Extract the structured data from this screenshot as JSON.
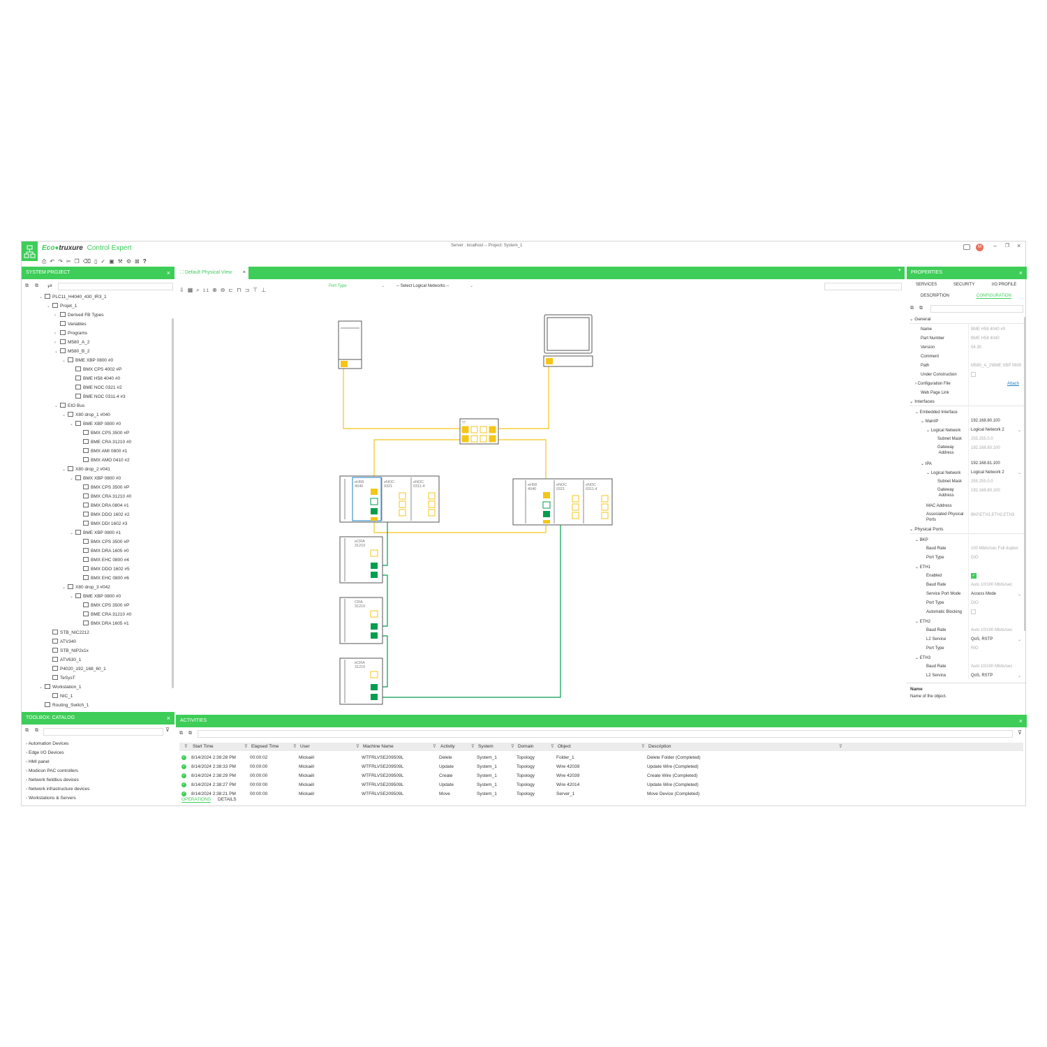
{
  "app": {
    "brand_eco": "Eco",
    "brand_truxure": "truxure",
    "product": "Control Expert",
    "server_info": "Server : localhost -- Project: System_1",
    "user_initial": "M"
  },
  "colors": {
    "accent": "#3dcd58",
    "port_yellow": "#f5c518",
    "port_green": "#009e4d",
    "link_blue": "#1a7fc3"
  },
  "system_project": {
    "title": "SYSTEM PROJECT",
    "tree": [
      {
        "label": "PLC11_H4040_430_IR3_1",
        "d": 1,
        "c": "v"
      },
      {
        "label": "Projet_1",
        "d": 2,
        "c": "v"
      },
      {
        "label": "Derived FB Types",
        "d": 3,
        "c": ">"
      },
      {
        "label": "Variables",
        "d": 3,
        "c": ""
      },
      {
        "label": "Programs",
        "d": 3,
        "c": ">"
      },
      {
        "label": "M580_A_2",
        "d": 3,
        "c": ">"
      },
      {
        "label": "M580_B_2",
        "d": 3,
        "c": "v"
      },
      {
        "label": "BME XBP 0800 #0",
        "d": 4,
        "c": "v"
      },
      {
        "label": "BMX CPS 4002 #P",
        "d": 5,
        "c": ""
      },
      {
        "label": "BME H58 4040 #0",
        "d": 5,
        "c": ""
      },
      {
        "label": "BME NOC 0321 #2",
        "d": 5,
        "c": ""
      },
      {
        "label": "BME NOC 0311.4 #3",
        "d": 5,
        "c": ""
      },
      {
        "label": "EIO Bus",
        "d": 3,
        "c": "v"
      },
      {
        "label": "X80 drop_1 #040",
        "d": 4,
        "c": "v"
      },
      {
        "label": "BME XBP 0800 #0",
        "d": 5,
        "c": "v"
      },
      {
        "label": "BMX CPS 3500 #P",
        "d": 6,
        "c": ""
      },
      {
        "label": "BME CRA 31210 #0",
        "d": 6,
        "c": ""
      },
      {
        "label": "BMX AMI 0800 #1",
        "d": 6,
        "c": ""
      },
      {
        "label": "BMX AMO 0410 #2",
        "d": 6,
        "c": ""
      },
      {
        "label": "X80 drop_2 #041",
        "d": 4,
        "c": "v"
      },
      {
        "label": "BMX XBP 0800 #0",
        "d": 5,
        "c": "v"
      },
      {
        "label": "BMX CPS 3500 #P",
        "d": 6,
        "c": ""
      },
      {
        "label": "BMX CRA 31210 #0",
        "d": 6,
        "c": ""
      },
      {
        "label": "BMX DRA 0804 #1",
        "d": 6,
        "c": ""
      },
      {
        "label": "BMX DDO 1602 #2",
        "d": 6,
        "c": ""
      },
      {
        "label": "BMX DDI 1602 #3",
        "d": 6,
        "c": ""
      },
      {
        "label": "BME XBP 0800 #1",
        "d": 5,
        "c": "v"
      },
      {
        "label": "BMX CPS 3500 #P",
        "d": 6,
        "c": ""
      },
      {
        "label": "BMX DRA 1605 #0",
        "d": 6,
        "c": ""
      },
      {
        "label": "BMX EHC 0800 #4",
        "d": 6,
        "c": ""
      },
      {
        "label": "BMX DDO 1602 #5",
        "d": 6,
        "c": ""
      },
      {
        "label": "BMX EHC 0800 #6",
        "d": 6,
        "c": ""
      },
      {
        "label": "X80 drop_3 #042",
        "d": 4,
        "c": "v"
      },
      {
        "label": "BME XBP 0800 #0",
        "d": 5,
        "c": "v"
      },
      {
        "label": "BMX CPS 3500 #P",
        "d": 6,
        "c": ""
      },
      {
        "label": "BME CRA 31210 #0",
        "d": 6,
        "c": ""
      },
      {
        "label": "BMX DRA 1605 #1",
        "d": 6,
        "c": ""
      },
      {
        "label": "STB_NIC2212",
        "d": 2,
        "c": ""
      },
      {
        "label": "ATV340",
        "d": 2,
        "c": ""
      },
      {
        "label": "STB_NIP2x1x",
        "d": 2,
        "c": ""
      },
      {
        "label": "ATV630_1",
        "d": 2,
        "c": ""
      },
      {
        "label": "P4020_192_168_60_1",
        "d": 2,
        "c": ""
      },
      {
        "label": "TeSysT",
        "d": 2,
        "c": ""
      },
      {
        "label": "Workstation_1",
        "d": 1,
        "c": "v"
      },
      {
        "label": "NIC_1",
        "d": 2,
        "c": ""
      },
      {
        "label": "Routing_Switch_1",
        "d": 1,
        "c": ""
      }
    ]
  },
  "toolbox": {
    "title": "TOOLBOX: CATALOG",
    "items": [
      "Automation Devices",
      "Edge I/O Devices",
      "HMI panel",
      "Modicon PAC controllers",
      "Network fieldbus devices",
      "Network infrastructure devices",
      "Workstations & Servers"
    ]
  },
  "editor": {
    "tab": "Default Physical View",
    "port_type": "Port Type",
    "logical_networks": "-- Select Logical Networks --",
    "zoom_1to1": "1:1",
    "devices": {
      "l1a": "eH58",
      "l1b": "4040",
      "l2a": "eNOC",
      "l2b": "0321",
      "l3a": "eNOC",
      "l3b": "0311.4",
      "cra1a": "eCRA",
      "cra1b": "31210",
      "cra2a": "CRA",
      "cra2b": "31210",
      "cra3a": "eCRA",
      "cra3b": "31210"
    }
  },
  "properties": {
    "title": "PROPERTIES",
    "tabs": [
      "SERVICES",
      "SECURITY",
      "I/O PROFILE",
      "DESCRIPTION",
      "CONFIGURATION"
    ],
    "general": "General",
    "name_label": "Name",
    "name_value": "BME H58 4040 #0",
    "part_label": "Part Number",
    "part_value": "BME H58 4040",
    "version_label": "Version",
    "version_value": "04.30",
    "comment_label": "Comment",
    "path_label": "Path",
    "path_value": "M580_A_2\\BME XBP 0800",
    "uc_label": "Under Construction",
    "cfg_label": "Configuration File",
    "cfg_link": "Attach",
    "web_label": "Web Page Link",
    "interfaces": "Interfaces",
    "embedded": "Embedded Interface",
    "mainip_label": "MainIP",
    "mainip_value": "192.168.80.100",
    "ln_label": "Logical Network",
    "ln_value": "Logical Network 2",
    "sm_label": "Subnet Mask",
    "sm_value": "255.255.0.0",
    "gw_label1": "Gateway",
    "gw_label2": "Address",
    "gw_value": "192.168.80.100",
    "ipa_label": "IPA",
    "ipa_value": "192.168.81.100",
    "ln2_label": "Logical Network",
    "ln2_value": "Logical Network 2",
    "sm2_label": "Subnet Mask",
    "sm2_value": "255.255.0.0",
    "gw2_label1": "Gateway",
    "gw2_label2": "Address",
    "gw2_value": "192.168.80.100",
    "mac_label": "MAC Address",
    "app_label1": "Associated Physical",
    "app_label2": "Ports",
    "app_value": "BKP,ETH1,ETH2,ETH3",
    "phys": "Physical Ports",
    "bkp": "BKP",
    "bkp_baud_label": "Baud Rate",
    "bkp_baud_value": "100 Mbits/sec Full duplex",
    "bkp_pt_label": "Port Type",
    "bkp_pt_value": "DIO",
    "eth1": "ETH1",
    "en_label": "Enabled",
    "eth1_baud_label": "Baud Rate",
    "eth1_baud_value": "Auto 10/100 Mbits/sec",
    "spm_label": "Service Port Mode",
    "spm_value": "Access Mode",
    "eth1_pt_label": "Port Type",
    "eth1_pt_value": "DIO",
    "ab_label": "Automatic Blocking",
    "eth2": "ETH2",
    "eth2_baud_label": "Baud Rate",
    "eth2_baud_value": "Auto 10/100 Mbits/sec",
    "eth2_l2_label": "L2 Service",
    "eth2_l2_value": "QoS, RSTP",
    "eth2_pt_label": "Port Type",
    "eth2_pt_value": "RIO",
    "eth3": "ETH3",
    "eth3_baud_label": "Baud Rate",
    "eth3_baud_value": "Auto 10/100 Mbits/sec",
    "eth3_l2_label": "L2 Service",
    "eth3_l2_value": "QoS, RSTP",
    "help_title": "Name",
    "help_text": "Name of the object."
  },
  "activities": {
    "title": "ACTIVITIES",
    "columns": [
      "Start Time",
      "Elapsed Time",
      "User",
      "Machine Name",
      "Activity",
      "System",
      "Domain",
      "Object",
      "Description"
    ],
    "rows": [
      [
        "8/14/2024 2:39:28 PM",
        "00:00:02",
        "Mickaël",
        "WTFRLVSE209509L",
        "Delete",
        "System_1",
        "Topology",
        "Folder_1",
        "Delete Folder (Completed)"
      ],
      [
        "8/14/2024 2:38:33 PM",
        "00:00:00",
        "Mickaël",
        "WTFRLVSE209509L",
        "Update",
        "System_1",
        "Topology",
        "Wire 42039",
        "Update Wire (Completed)"
      ],
      [
        "8/14/2024 2:38:29 PM",
        "00:00:00",
        "Mickaël",
        "WTFRLVSE209509L",
        "Create",
        "System_1",
        "Topology",
        "Wire 42039",
        "Create Wire (Completed)"
      ],
      [
        "8/14/2024 2:38:27 PM",
        "00:00:00",
        "Mickaël",
        "WTFRLVSE209509L",
        "Update",
        "System_1",
        "Topology",
        "Wire 42014",
        "Update Wire (Completed)"
      ],
      [
        "8/14/2024 2:38:21 PM",
        "00:00:00",
        "Mickaël",
        "WTFRLVSE209509L",
        "Move",
        "System_1",
        "Topology",
        "Server_1",
        "Move Device (Completed)"
      ]
    ],
    "tabs": [
      "OPERATIONS",
      "DETAILS"
    ]
  }
}
